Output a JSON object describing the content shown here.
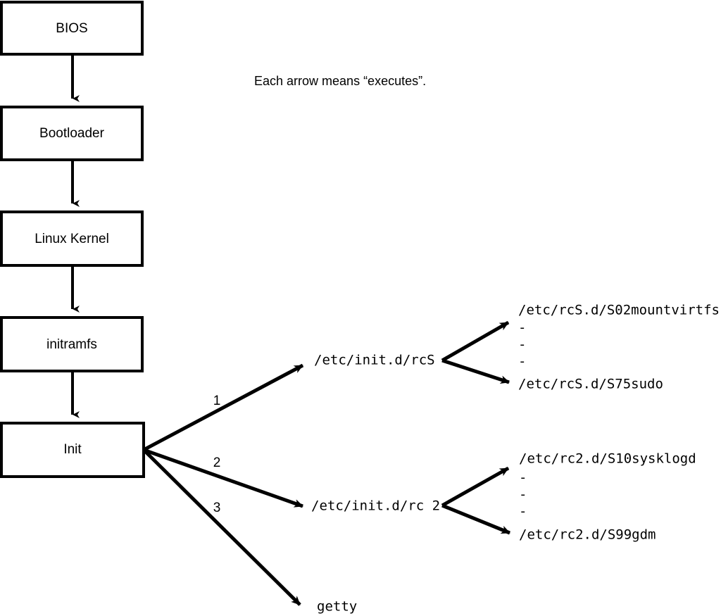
{
  "caption": {
    "text": "Each arrow means “executes”."
  },
  "colors": {
    "stroke": "#000000",
    "fill": "#ffffff",
    "background": "#ffffff"
  },
  "chain": {
    "boxes": [
      {
        "label": "BIOS"
      },
      {
        "label": "Bootloader"
      },
      {
        "label": "Linux Kernel"
      },
      {
        "label": "initramfs"
      },
      {
        "label": "Init"
      }
    ]
  },
  "branches": [
    {
      "number": "1",
      "target": "/etc/init.d/rcS",
      "children": {
        "first": "/etc/rcS.d/S02mountvirtfs",
        "ellipsis": [
          "-",
          "-",
          "-"
        ],
        "last": "/etc/rcS.d/S75sudo"
      }
    },
    {
      "number": "2",
      "target": "/etc/init.d/rc 2",
      "children": {
        "first": "/etc/rc2.d/S10sysklogd",
        "ellipsis": [
          "-",
          "-",
          "-"
        ],
        "last": "/etc/rc2.d/S99gdm"
      }
    },
    {
      "number": "3",
      "target": "getty",
      "children": null
    }
  ]
}
